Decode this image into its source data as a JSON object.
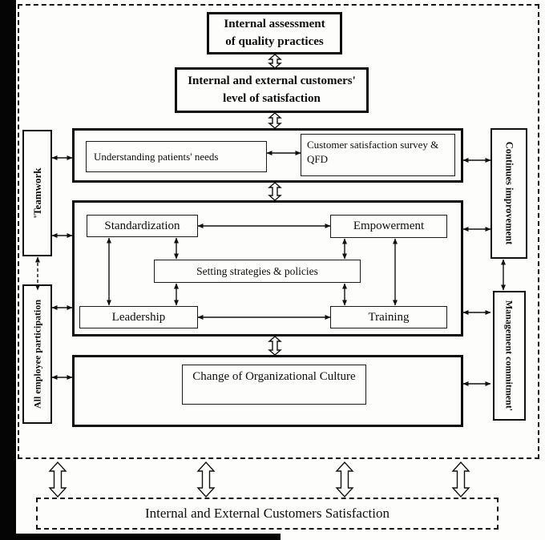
{
  "boxes": {
    "internal_assessment": "Internal assessment\nof quality practices",
    "customers_level": "Internal and external customers'\nlevel of satisfaction",
    "understanding_needs": "Understanding patients' needs",
    "satisfaction_survey": "Customer satisfaction survey &\nQFD",
    "standardization": "Standardization",
    "empowerment": "Empowerment",
    "setting_strategies": "Setting strategies & policies",
    "leadership": "Leadership",
    "training": "Training",
    "org_culture": "Change of Organizational Culture",
    "bottom_satisfaction": "Internal and External Customers Satisfaction"
  },
  "side_labels": {
    "teamwork": "'Teamwork",
    "all_employee_participation": "All employee participation",
    "continues_improvement": "Continues improvement",
    "management_commitment": "Management commitment'"
  },
  "colors": {
    "ink": "#0d0d0d",
    "paper": "#fdfdfb"
  }
}
